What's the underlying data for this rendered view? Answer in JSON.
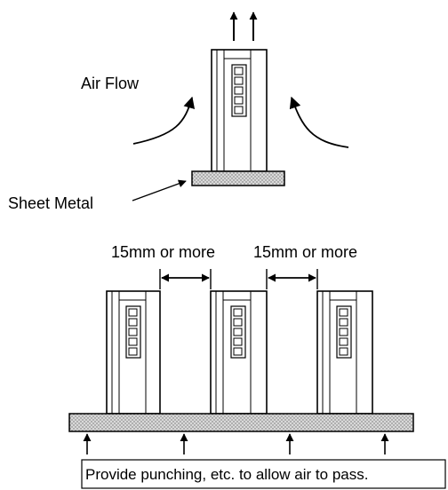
{
  "labels": {
    "air_flow": "Air Flow",
    "sheet_metal": "Sheet Metal",
    "gap_left": "15mm or more",
    "gap_right": "15mm or more",
    "note": "Provide punching, etc. to allow air to pass."
  },
  "colors": {
    "stroke": "#000000",
    "plate_fill": "#d9d9d9",
    "background": "#ffffff"
  }
}
